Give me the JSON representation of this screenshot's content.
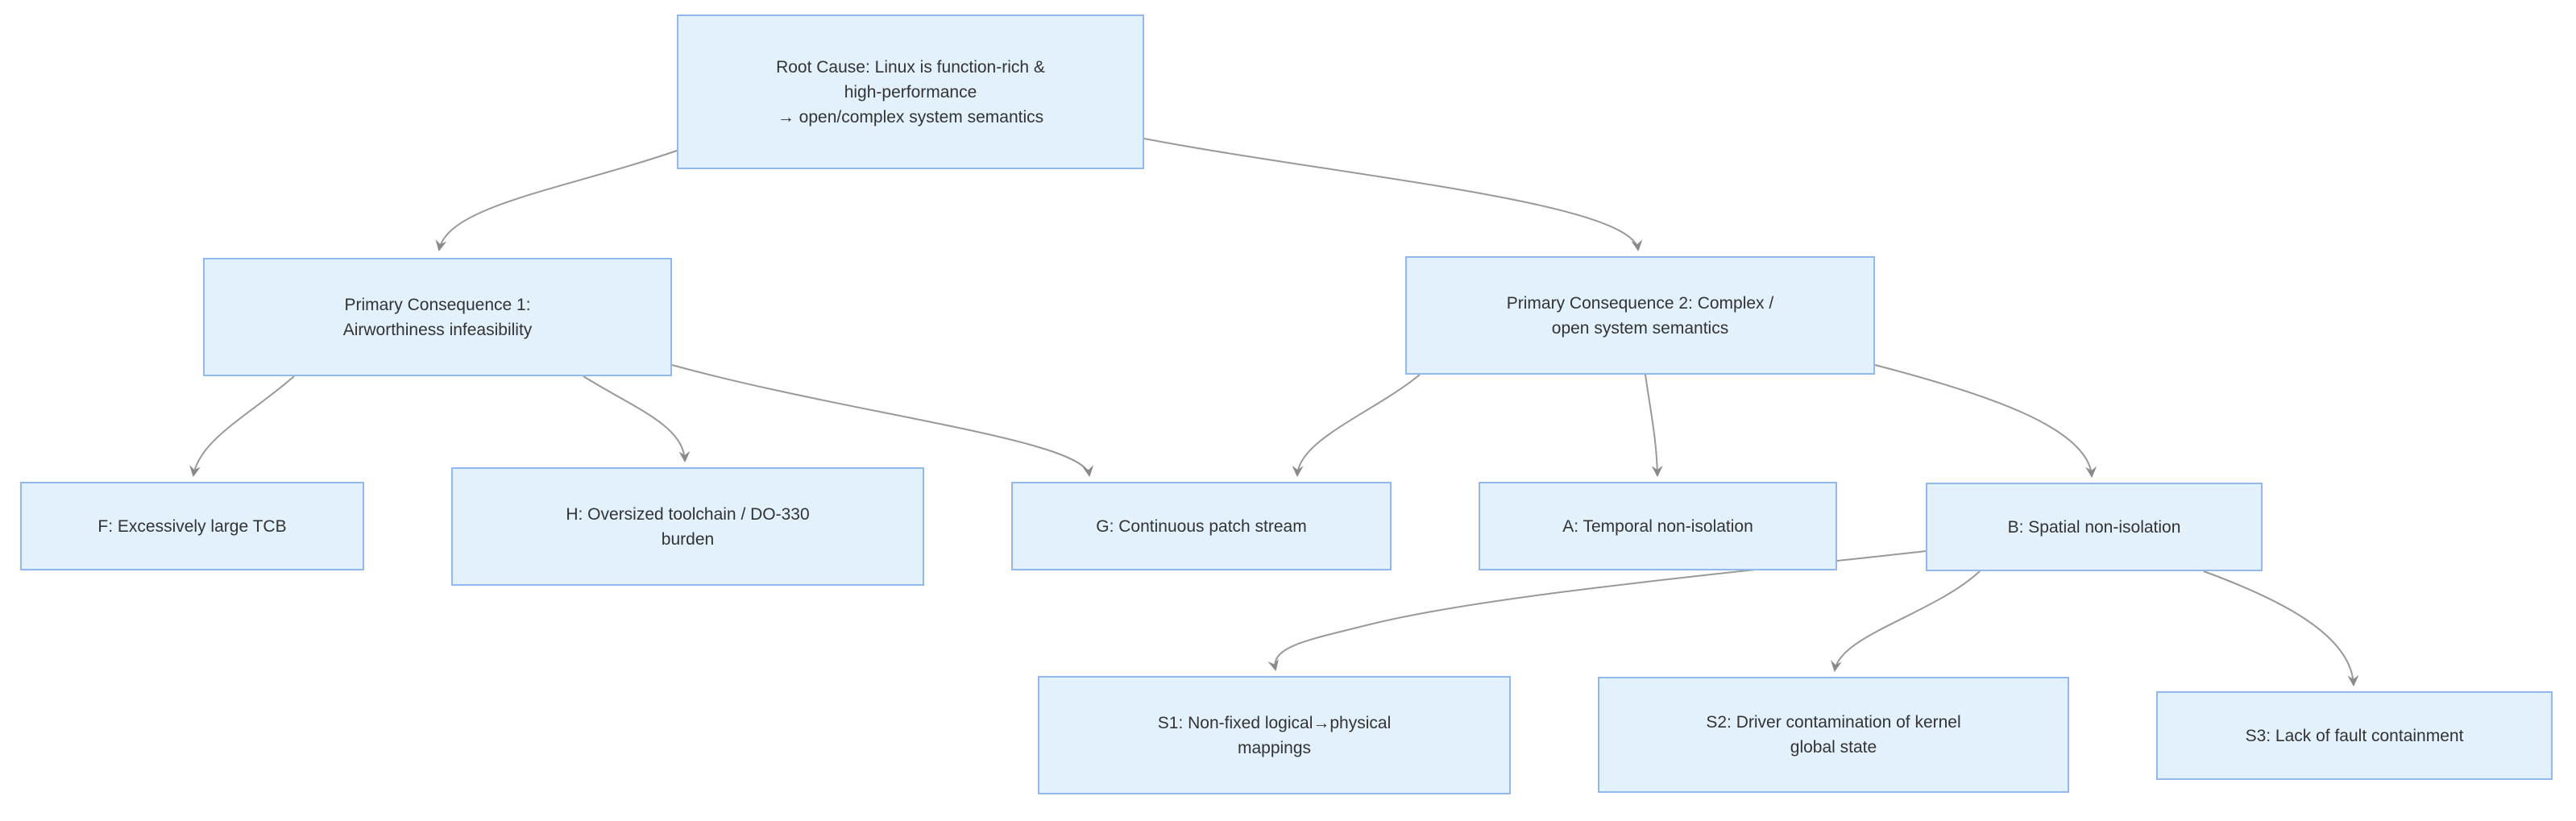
{
  "diagram": {
    "type": "flowchart",
    "direction": "top-down",
    "colors": {
      "bg": "#ffffff",
      "node_fill": "#e2f1fc",
      "node_border": "#93b8ec",
      "edge_line": "#999999",
      "arrowhead": "#8a8a8a",
      "text": "#333333"
    },
    "nodes": {
      "root": {
        "id": "Root",
        "label": "Root Cause: Linux is function-rich &\nhigh-performance\n→ open/complex system semantics"
      },
      "pc1": {
        "id": "PC1",
        "label": "Primary Consequence 1:\nAirworthiness infeasibility"
      },
      "pc2": {
        "id": "PC2",
        "label": "Primary Consequence 2: Complex /\nopen system semantics"
      },
      "f": {
        "id": "F",
        "label": "F: Excessively large TCB"
      },
      "h": {
        "id": "H",
        "label": "H: Oversized toolchain / DO-330\nburden"
      },
      "g": {
        "id": "G",
        "label": "G: Continuous patch stream"
      },
      "a": {
        "id": "A",
        "label": "A: Temporal non-isolation"
      },
      "b": {
        "id": "B",
        "label": "B: Spatial non-isolation"
      },
      "s1": {
        "id": "S1",
        "label": "S1: Non-fixed logical→physical\nmappings"
      },
      "s2": {
        "id": "S2",
        "label": "S2: Driver contamination of kernel\nglobal state"
      },
      "s3": {
        "id": "S3",
        "label": "S3: Lack of fault containment"
      }
    },
    "edges": [
      {
        "from": "root",
        "to": "pc1"
      },
      {
        "from": "root",
        "to": "pc2"
      },
      {
        "from": "pc1",
        "to": "f"
      },
      {
        "from": "pc1",
        "to": "h"
      },
      {
        "from": "pc1",
        "to": "g"
      },
      {
        "from": "pc2",
        "to": "g"
      },
      {
        "from": "pc2",
        "to": "a"
      },
      {
        "from": "pc2",
        "to": "b"
      },
      {
        "from": "b",
        "to": "s1"
      },
      {
        "from": "b",
        "to": "s2"
      },
      {
        "from": "b",
        "to": "s3"
      }
    ]
  }
}
